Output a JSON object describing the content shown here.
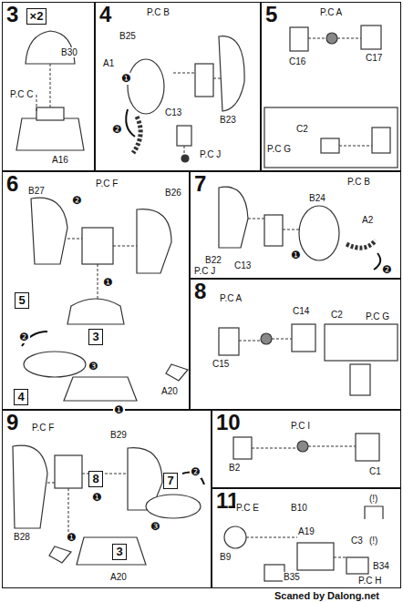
{
  "diagram": {
    "nodes": [
      {
        "text": [
          "3"
        ]
      },
      {
        "text": [
          "×2"
        ],
        "in": 0
      },
      {
        "text": [
          "4"
        ]
      },
      {
        "text": [
          "5"
        ]
      },
      {
        "text": [
          "6"
        ]
      },
      {
        "text": [
          "5"
        ],
        "in": 4
      },
      {
        "text": [
          "3"
        ],
        "in": 4
      },
      {
        "text": [
          "4"
        ],
        "in": 4
      },
      {
        "text": [
          "7"
        ]
      },
      {
        "text": [
          "8"
        ]
      },
      {
        "text": [
          "9"
        ]
      },
      {
        "text": [
          "8"
        ],
        "in": 10
      },
      {
        "text": [
          "3"
        ],
        "in": 10
      },
      {
        "text": [
          "7"
        ],
        "in": 10
      },
      {
        "text": [
          "10"
        ]
      },
      {
        "text": [
          "11"
        ]
      }
    ],
    "edges": [],
    "labels": [
      "B30",
      "P.C C",
      "A16",
      "P.C B",
      "B25",
      "A1",
      "❶",
      "❷",
      "B23",
      "C13",
      "P.C J",
      "P.C A",
      "C16",
      "C17",
      "C2",
      "P.C G",
      "B27",
      "P.C F",
      "❷",
      "B26",
      "❶",
      "❷",
      "❸",
      "❶",
      "A20",
      "P.C B",
      "B22",
      "B24",
      "A2",
      "❶",
      "❷",
      "C13",
      "P.C J",
      "P.C A",
      "C14",
      "C2",
      "P.C G",
      "C15",
      "P.C F",
      "B29",
      "B28",
      "❶",
      "❷",
      "❸",
      "❶",
      "A20",
      "P.C I",
      "B2",
      "C1",
      "P.C E",
      "B10",
      "A19",
      "(!)",
      "C3",
      "(!)",
      "B9",
      "B34",
      "B35",
      "P.C H",
      "Scaned by Dalong.net"
    ]
  }
}
